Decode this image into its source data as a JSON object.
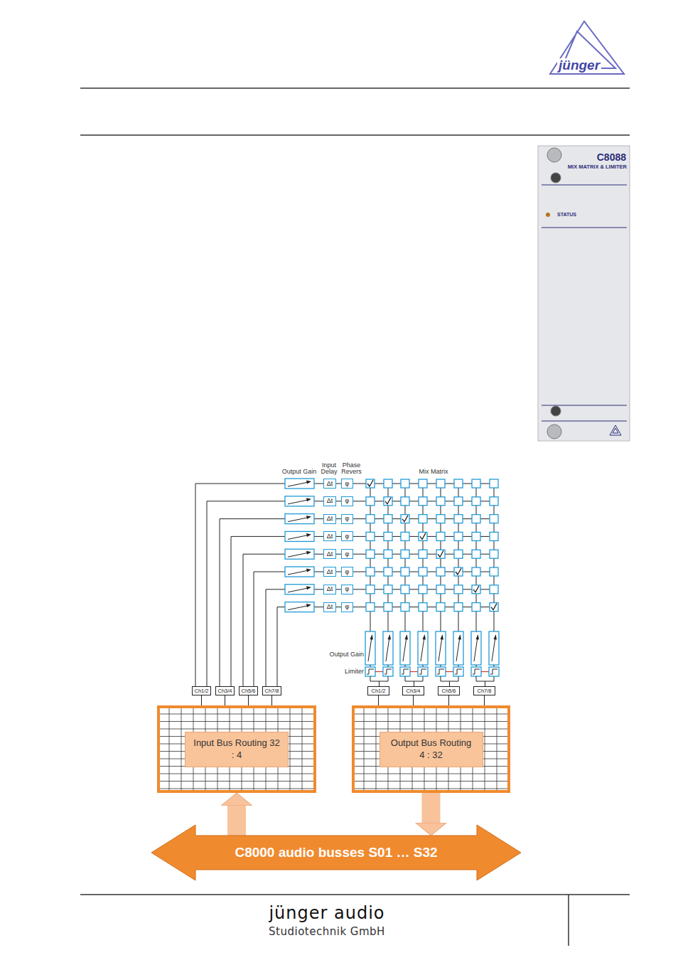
{
  "diagram": {
    "nodes": [
      {
        "text": [
          "C8088",
          "MIX MATRIX & LIMITER",
          "STATUS"
        ]
      },
      {
        "text": [
          "Δt"
        ]
      },
      {
        "text": [
          "φ"
        ]
      },
      {
        "text": [
          "Δt"
        ]
      },
      {
        "text": [
          "φ"
        ]
      },
      {
        "text": [
          "Δt"
        ]
      },
      {
        "text": [
          "φ"
        ]
      },
      {
        "text": [
          "Δt"
        ]
      },
      {
        "text": [
          "φ"
        ]
      },
      {
        "text": [
          "Δt"
        ]
      },
      {
        "text": [
          "φ"
        ]
      },
      {
        "text": [
          "Δt"
        ]
      },
      {
        "text": [
          "φ"
        ]
      },
      {
        "text": [
          "Δt"
        ]
      },
      {
        "text": [
          "φ"
        ]
      },
      {
        "text": [
          "Δt"
        ]
      },
      {
        "text": [
          "φ"
        ]
      },
      {
        "text": [
          "Ch1/2"
        ]
      },
      {
        "text": [
          "Ch3/4"
        ]
      },
      {
        "text": [
          "Ch5/6"
        ]
      },
      {
        "text": [
          "Ch7/8"
        ]
      },
      {
        "text": [
          "Ch1/2"
        ]
      },
      {
        "text": [
          "Ch3/4"
        ]
      },
      {
        "text": [
          "Ch5/6"
        ]
      },
      {
        "text": [
          "Ch7/8"
        ]
      },
      {
        "text": [
          "Input Bus Routing 32 : 4"
        ]
      },
      {
        "text": [
          "Output Bus Routing 4 : 32"
        ]
      },
      {
        "text": [
          "C8000 audio busses S01 … S32"
        ]
      }
    ],
    "edges": [
      {
        "from": 1,
        "to": 2,
        "arrow": "none"
      },
      {
        "from": 3,
        "to": 4,
        "arrow": "none"
      },
      {
        "from": 5,
        "to": 6,
        "arrow": "none"
      },
      {
        "from": 7,
        "to": 8,
        "arrow": "none"
      },
      {
        "from": 9,
        "to": 10,
        "arrow": "none"
      },
      {
        "from": 11,
        "to": 12,
        "arrow": "none"
      },
      {
        "from": 13,
        "to": 14,
        "arrow": "none"
      },
      {
        "from": 15,
        "to": 16,
        "arrow": "none"
      },
      {
        "from": 17,
        "to": 25,
        "arrow": "none"
      },
      {
        "from": 18,
        "to": 25,
        "arrow": "none"
      },
      {
        "from": 19,
        "to": 25,
        "arrow": "none"
      },
      {
        "from": 20,
        "to": 25,
        "arrow": "none"
      },
      {
        "from": 21,
        "to": 26,
        "arrow": "none"
      },
      {
        "from": 22,
        "to": 26,
        "arrow": "none"
      },
      {
        "from": 23,
        "to": 26,
        "arrow": "none"
      },
      {
        "from": 24,
        "to": 26,
        "arrow": "none"
      },
      {
        "from": 27,
        "to": 25,
        "arrow": "to"
      },
      {
        "from": 26,
        "to": 27,
        "arrow": "to"
      }
    ],
    "labels": [
      "jünger",
      "Output Gain",
      "Input Delay",
      "Phase Revers",
      "Mix Matrix",
      "Output Gain",
      "Limiter",
      "jünger audio",
      "Studiotechnik GmbH"
    ]
  }
}
